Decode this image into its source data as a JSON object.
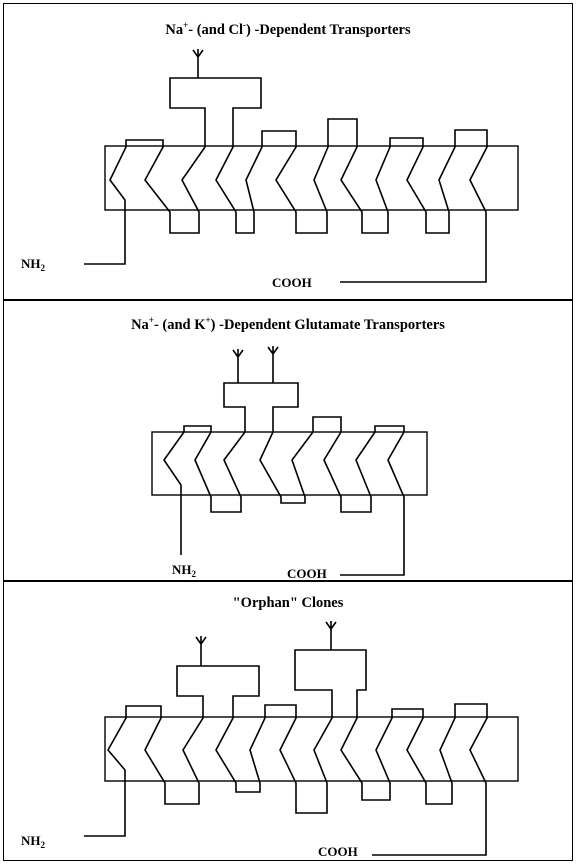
{
  "panels": [
    {
      "title": "Na+- (and Cl-) -Dependent Transporters",
      "n_terminus": "NH2",
      "c_terminus": "COOH",
      "transmembrane_segments": 12,
      "glycosylation_sites": 1
    },
    {
      "title": "Na+- (and K+) -Dependent Glutamate Transporters",
      "n_terminus": "NH2",
      "c_terminus": "COOH",
      "transmembrane_segments": 8,
      "glycosylation_sites": 2
    },
    {
      "title": "\"Orphan\" Clones",
      "n_terminus": "NH2",
      "c_terminus": "COOH",
      "transmembrane_segments": 12,
      "glycosylation_sites": 2
    }
  ]
}
